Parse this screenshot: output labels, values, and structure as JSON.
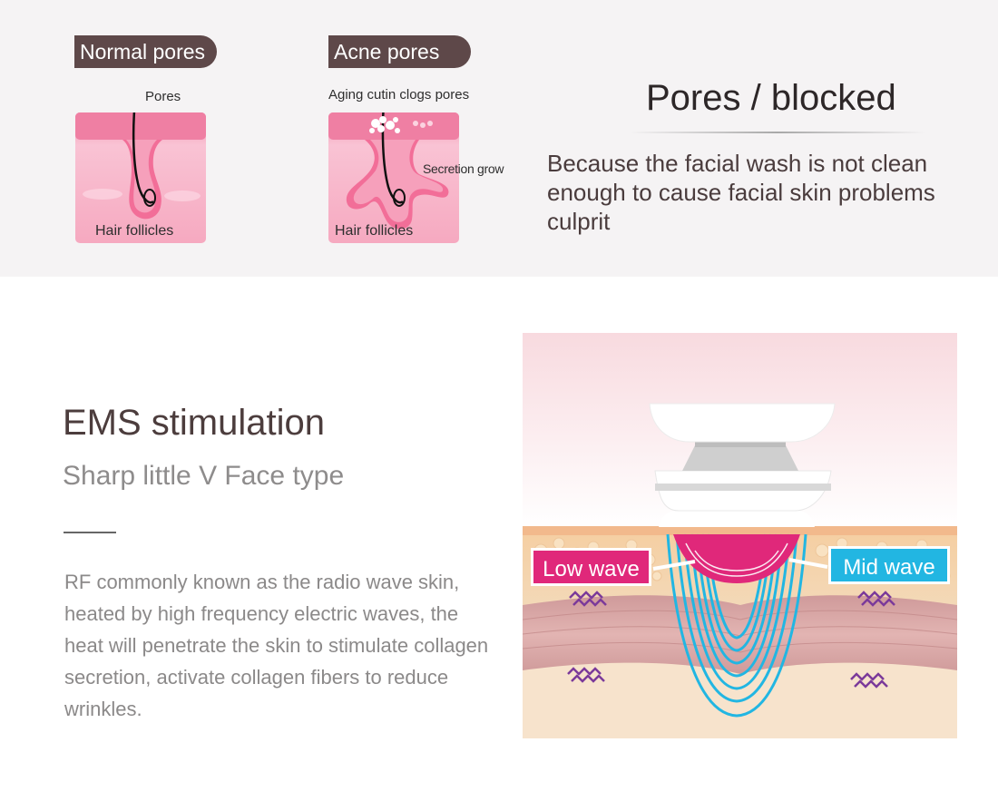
{
  "top": {
    "normal_tag": "Normal pores",
    "acne_tag": "Acne pores",
    "normal_labels": {
      "pores": "Pores",
      "follicle": "Hair follicles"
    },
    "acne_labels": {
      "aging": "Aging cutin clogs pores",
      "secretion": "Secretion grow",
      "follicle": "Hair follicles"
    },
    "title": "Pores / blocked",
    "description": "Because the facial wash is not clean enough to cause facial skin problems culprit"
  },
  "ems": {
    "title": "EMS stimulation",
    "subtitle": "Sharp little V Face type",
    "description": "RF commonly known as the radio wave skin, heated by high frequency electric waves, the heat will penetrate the skin to stimulate collagen secretion, activate collagen fibers to reduce wrinkles.",
    "low_wave": "Low wave",
    "mid_wave": "Mid wave"
  },
  "colors": {
    "tag_bg": "#5e4849",
    "skin_pink": "#f6a6bf",
    "low_wave": "#e0287a",
    "mid_wave": "#22b6e2"
  }
}
